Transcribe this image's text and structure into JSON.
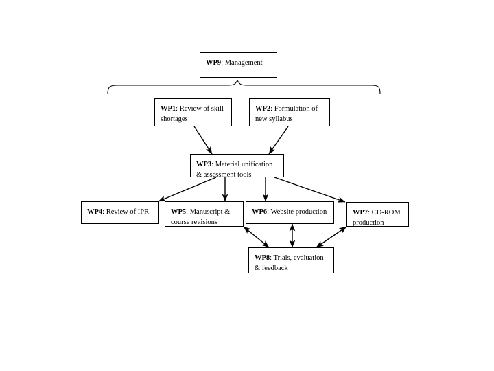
{
  "diagram": {
    "title": "Work package structure diagram",
    "line_color": "#000000",
    "box_fill": "#ffffff",
    "nodes": [
      {
        "key": "wp9",
        "id": "WP9",
        "separator": ": ",
        "title": "Management",
        "label": "WP9: Management"
      },
      {
        "key": "wp1",
        "id": "WP1",
        "separator": ": ",
        "title": "Review of skill shortages",
        "label": "WP1: Review of skill shortages"
      },
      {
        "key": "wp2",
        "id": "WP2",
        "separator": ": ",
        "title": "Formulation of new syllabus",
        "label": "WP2: Formulation of new syllabus"
      },
      {
        "key": "wp3",
        "id": "WP3",
        "separator": ": ",
        "title": "Material unification & assessment tools",
        "label": "WP3: Material unification & assessment tools"
      },
      {
        "key": "wp4",
        "id": "WP4",
        "separator": ": ",
        "title": "Review of IPR",
        "label": "WP4: Review of IPR"
      },
      {
        "key": "wp5",
        "id": "WP5",
        "separator": ": ",
        "title": "Manuscript & course revisions",
        "label": "WP5: Manuscript & course revisions"
      },
      {
        "key": "wp6",
        "id": "WP6",
        "separator": ": ",
        "title": "Website production",
        "label": "WP6: Website production"
      },
      {
        "key": "wp7",
        "id": "WP7",
        "separator": ": ",
        "title": "CD-ROM production",
        "label": "WP7: CD-ROM production"
      },
      {
        "key": "wp8",
        "id": "WP8",
        "separator": ": ",
        "title": "Trials, evaluation & feedback",
        "label": "WP8: Trials, evaluation & feedback"
      }
    ],
    "connections": [
      {
        "from": "wp9",
        "to": "wp1",
        "style": "brace"
      },
      {
        "from": "wp9",
        "to": "wp2",
        "style": "brace"
      },
      {
        "from": "wp1",
        "to": "wp3",
        "style": "arrow"
      },
      {
        "from": "wp2",
        "to": "wp3",
        "style": "arrow"
      },
      {
        "from": "wp3",
        "to": "wp4",
        "style": "arrow"
      },
      {
        "from": "wp3",
        "to": "wp5",
        "style": "arrow"
      },
      {
        "from": "wp3",
        "to": "wp6",
        "style": "arrow"
      },
      {
        "from": "wp3",
        "to": "wp7",
        "style": "arrow"
      },
      {
        "from": "wp5",
        "to": "wp8",
        "style": "double-arrow"
      },
      {
        "from": "wp6",
        "to": "wp8",
        "style": "double-arrow"
      },
      {
        "from": "wp7",
        "to": "wp8",
        "style": "double-arrow"
      }
    ]
  }
}
